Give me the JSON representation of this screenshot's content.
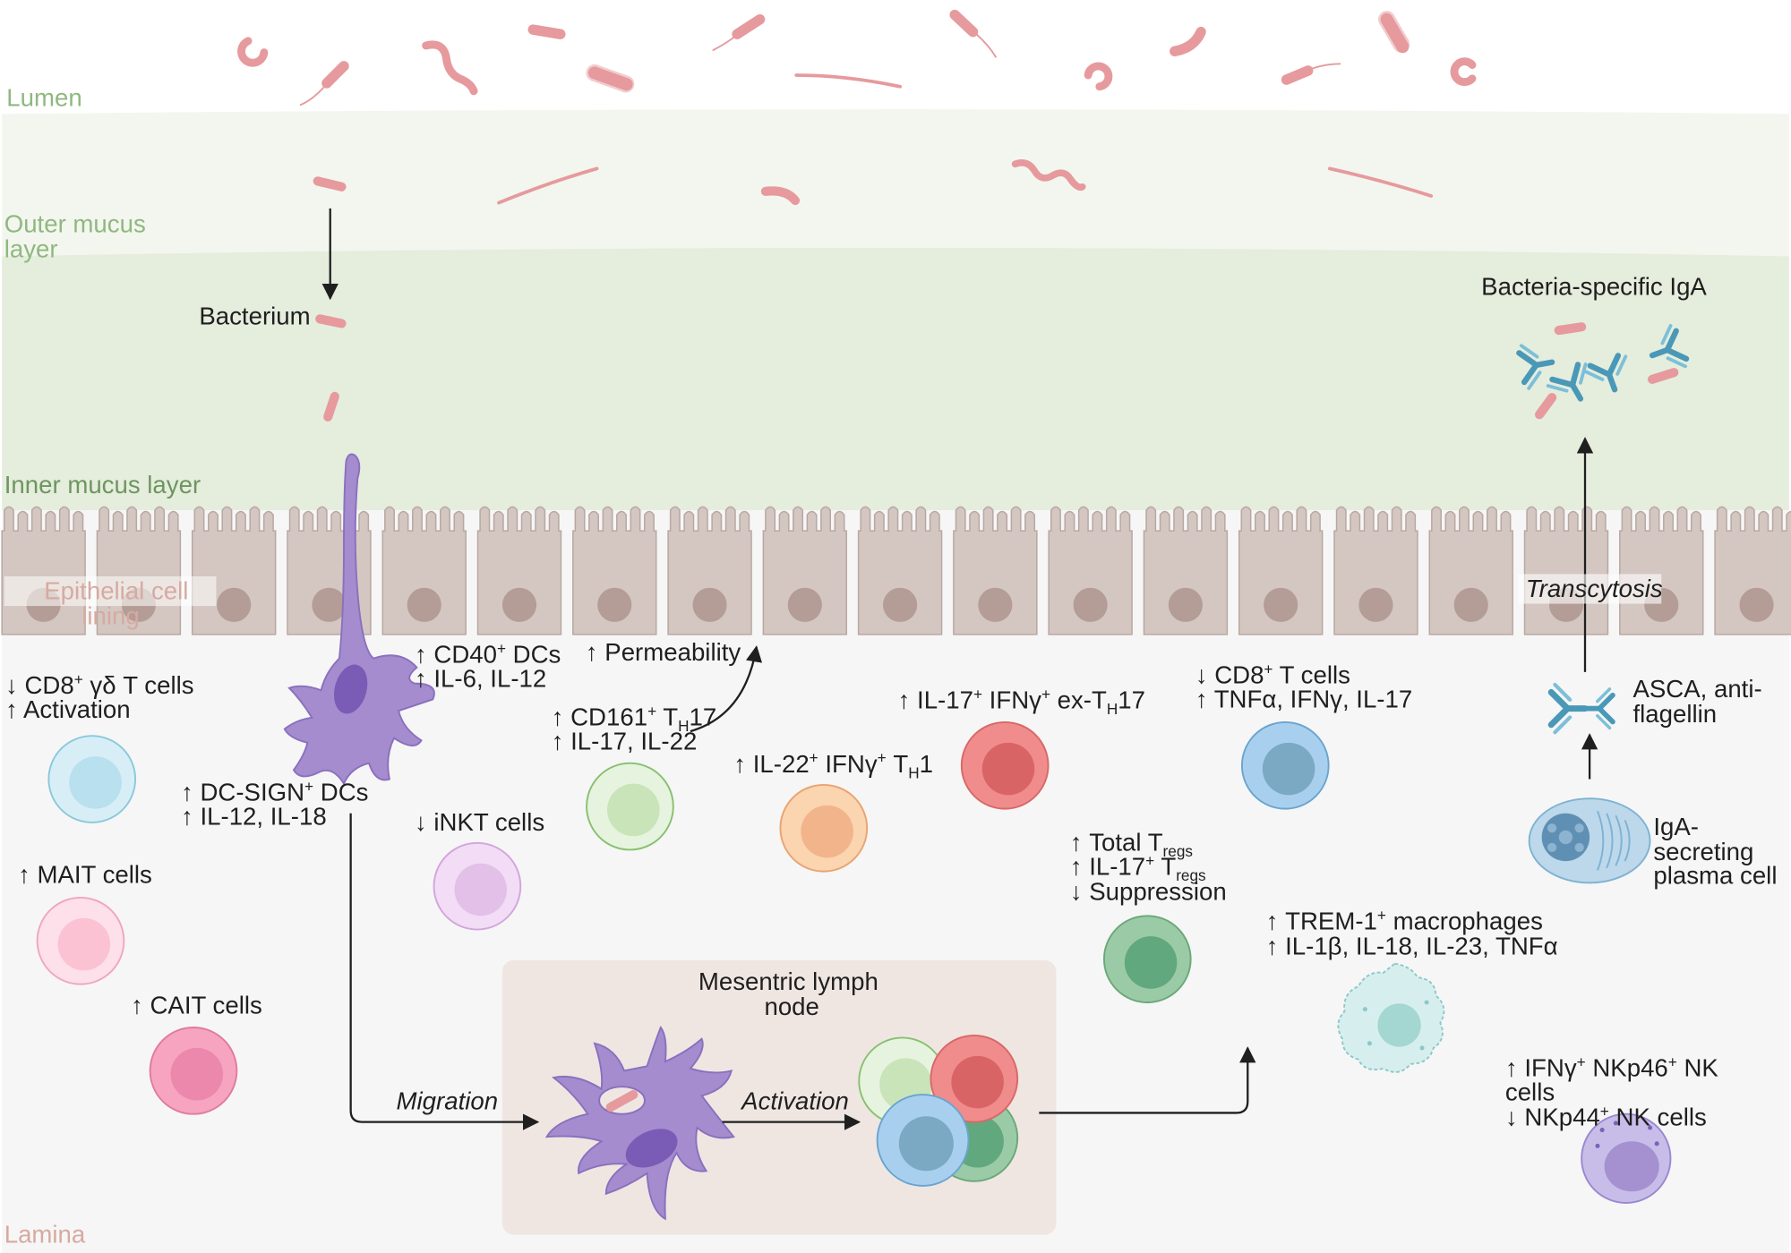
{
  "zones": {
    "lumen": "Lumen",
    "outer_mucus": [
      "Outer mucus",
      "layer"
    ],
    "inner_mucus": "Inner mucus layer",
    "epithelial": [
      "Epithelial cell",
      "lining"
    ],
    "lamina": "Lamina"
  },
  "labels": {
    "bacterium": "Bacterium",
    "bacteria_iga": "Bacteria-specific IgA",
    "transcytosis": "Transcytosis",
    "asca": [
      "ASCA, anti-",
      "flagellin"
    ],
    "plasma_cell": [
      "IgA-",
      "secreting",
      "plasma cell"
    ],
    "cd40": {
      "arrow": "↑",
      "pre": "CD40",
      "sup": "+",
      "post": " DCs"
    },
    "il6": "↑ IL-6, IL-12",
    "permeability": "↑  Permeability",
    "cd161": {
      "arrow": "↑",
      "pre": "CD161",
      "sup": "+",
      "mid": " T",
      "sub": "H",
      "post": "17"
    },
    "il17_22": "↑ IL-17, IL-22",
    "il22_th1": {
      "arrow": "↑",
      "a": "IL-22",
      "s1": "+",
      "b": " IFNγ",
      "s2": "+",
      "c": " T",
      "sub": "H",
      "d": "1"
    },
    "il17_exth17": {
      "arrow": "↑",
      "a": "IL-17",
      "s1": "+",
      "b": " IFNγ",
      "s2": "+",
      "c": " ex-T",
      "sub": "H",
      "d": "17"
    },
    "cd8_t": {
      "arrow": "↓",
      "a": "CD8",
      "s1": "+",
      "b": " T cells"
    },
    "tnfa_ifng": "↑ TNFα, IFNγ, IL-17",
    "cd8_gd": {
      "arrow": "↓",
      "a": "CD8",
      "s1": "+",
      "b": " γδ T cells"
    },
    "activation": "↑ Activation",
    "dcsign": {
      "arrow": "↑",
      "a": "DC-SIGN",
      "s1": "+",
      "b": " DCs"
    },
    "il12_18": "↑ IL-12, IL-18",
    "inkt": "↓ iNKT cells",
    "mait": "↑ MAIT cells",
    "cait": "↑ CAIT cells",
    "total_tregs": {
      "arrow": "↑",
      "a": "Total T",
      "sub": "regs"
    },
    "il17_tregs": {
      "arrow": "↑",
      "a": "IL-17",
      "s1": "+",
      "b": " T",
      "sub": "regs"
    },
    "suppression": "↓ Suppression",
    "trem1": {
      "arrow": "↑",
      "a": "TREM-1",
      "s1": "+",
      "b": " macrophages"
    },
    "il1b": "↑ IL-1β, IL-18, IL-23, TNFα",
    "nk1": {
      "arrow": "↑",
      "a": "IFNγ",
      "s1": "+",
      "b": " NKp46",
      "s2": "+",
      "c": " NK"
    },
    "nk_cells": "cells",
    "nk2": {
      "arrow": "↓",
      "a": "NKp44",
      "s1": "+",
      "b": " NK cells"
    },
    "lymph_node": [
      "Mesentric lymph",
      "node"
    ],
    "migration": "Migration",
    "lymph_activation": "Activation"
  },
  "colors": {
    "outer_mucus": "#f3f6ee",
    "inner_mucus": "#e5eddd",
    "lamina": "#f6f6f6",
    "epithelial": "#d4c7c2",
    "bacteria": "#e69a9d",
    "dendritic": "#a48ccf",
    "antibody": "#4a98b8",
    "lymph_box": "#efe6e2",
    "zone_green": "#8fb880",
    "zone_dark_green": "#6e9660",
    "zone_pink": "#d6aaa0"
  },
  "icons": [
    "bacterium-icon",
    "dendritic-cell-icon",
    "antibody-icon",
    "plasma-cell-icon",
    "macrophage-icon",
    "nk-cell-icon",
    "t-cell-icon",
    "epithelial-cell-icon"
  ]
}
